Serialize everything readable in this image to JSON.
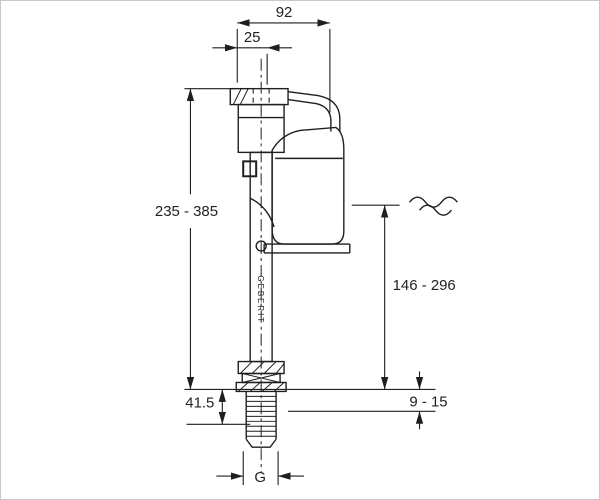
{
  "diagram": {
    "brand_text": "GEBERIT",
    "dimensions": {
      "top_width": "92",
      "inlet_offset": "25",
      "overall_height_range": "235 - 385",
      "water_level_height_range": "146 - 296",
      "shank_length": "41.5",
      "mounting_thickness_range": "9 - 15",
      "thread_label": "G"
    },
    "symbols": {
      "water_level": "wavy-lines"
    }
  },
  "colors": {
    "line": "#1f1f1f",
    "text": "#222222",
    "frame_border": "#c9c9c9",
    "background": "#ffffff"
  }
}
